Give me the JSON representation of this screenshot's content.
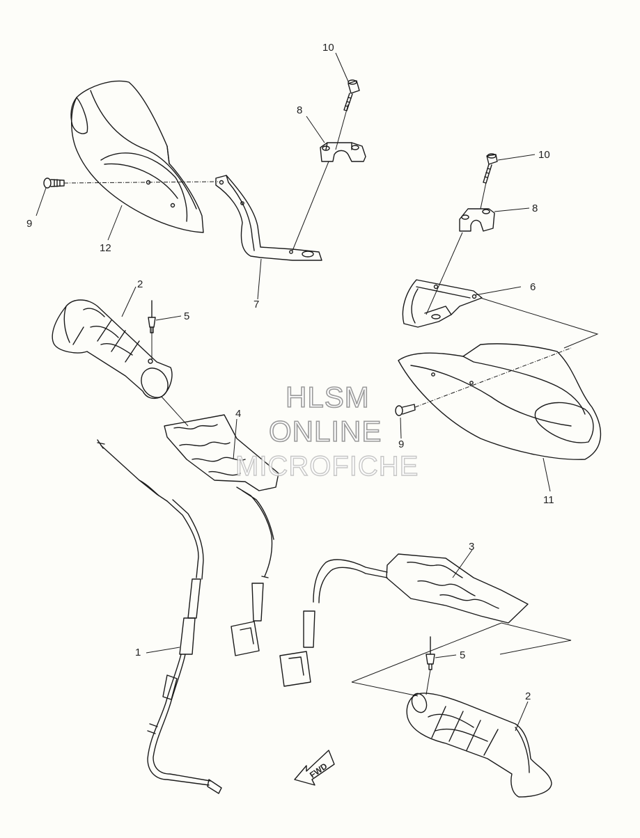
{
  "callouts": [
    {
      "id": "c10a",
      "text": "10"
    },
    {
      "id": "c8a",
      "text": "8"
    },
    {
      "id": "c9a",
      "text": "9"
    },
    {
      "id": "c12",
      "text": "12"
    },
    {
      "id": "c7",
      "text": "7"
    },
    {
      "id": "c10b",
      "text": "10"
    },
    {
      "id": "c8b",
      "text": "8"
    },
    {
      "id": "c6",
      "text": "6"
    },
    {
      "id": "c2a",
      "text": "2"
    },
    {
      "id": "c5a",
      "text": "5"
    },
    {
      "id": "c4",
      "text": "4"
    },
    {
      "id": "c9b",
      "text": "9"
    },
    {
      "id": "c11",
      "text": "11"
    },
    {
      "id": "c3",
      "text": "3"
    },
    {
      "id": "c1",
      "text": "1"
    },
    {
      "id": "c5b",
      "text": "5"
    },
    {
      "id": "c2b",
      "text": "2"
    }
  ],
  "watermark": {
    "line1": "HLSM",
    "line2": "ONLINE",
    "line3": "MICROFICHE"
  },
  "fwd_label": "FWD",
  "colors": {
    "line": "#1a1a1a",
    "background": "#fdfdf9",
    "watermark_stroke": "#9a9a9a"
  }
}
